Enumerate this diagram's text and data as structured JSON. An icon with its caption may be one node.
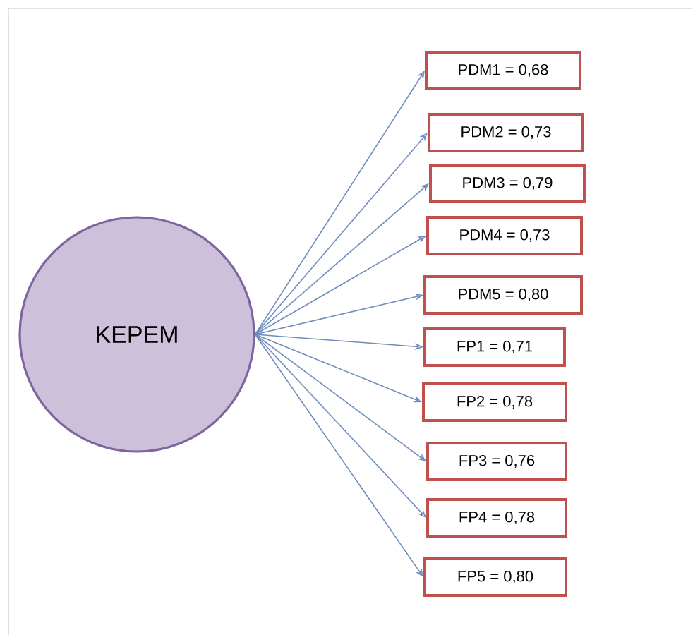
{
  "diagram": {
    "nodes": [
      {
        "text": [
          "KEPEM"
        ]
      },
      {
        "text": [
          "PDM1 = 0,68"
        ]
      },
      {
        "text": [
          "PDM2 = 0,73"
        ]
      },
      {
        "text": [
          "PDM3 = 0,79"
        ]
      },
      {
        "text": [
          "PDM4 = 0,73"
        ]
      },
      {
        "text": [
          "PDM5 = 0,80"
        ]
      },
      {
        "text": [
          "FP1 = 0,71"
        ]
      },
      {
        "text": [
          "FP2 = 0,78"
        ]
      },
      {
        "text": [
          "FP3 = 0,76"
        ]
      },
      {
        "text": [
          "FP4 = 0,78"
        ]
      },
      {
        "text": [
          "FP5 = 0,80"
        ]
      }
    ],
    "edges": [
      {
        "from": 0,
        "to": 1,
        "arrow": "to"
      },
      {
        "from": 0,
        "to": 2,
        "arrow": "to"
      },
      {
        "from": 0,
        "to": 3,
        "arrow": "to"
      },
      {
        "from": 0,
        "to": 4,
        "arrow": "to"
      },
      {
        "from": 0,
        "to": 5,
        "arrow": "to"
      },
      {
        "from": 0,
        "to": 6,
        "arrow": "to"
      },
      {
        "from": 0,
        "to": 7,
        "arrow": "to"
      },
      {
        "from": 0,
        "to": 8,
        "arrow": "to"
      },
      {
        "from": 0,
        "to": 9,
        "arrow": "to"
      },
      {
        "from": 0,
        "to": 10,
        "arrow": "to"
      }
    ]
  }
}
